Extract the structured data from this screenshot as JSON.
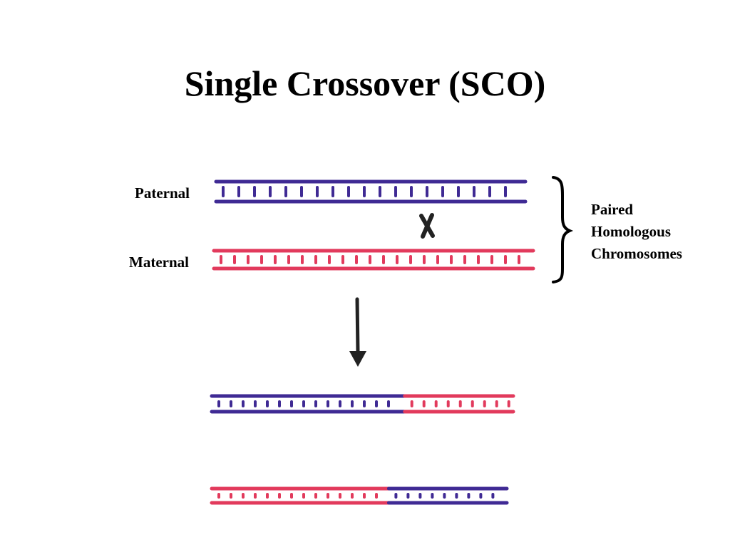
{
  "title": "Single Crossover (SCO)",
  "labels": {
    "paternal": "Paternal",
    "maternal": "Maternal"
  },
  "bracket_label": [
    "Paired",
    "Homologous",
    "Chromosomes"
  ],
  "crossover_mark": "X",
  "colors": {
    "paternal": "#3f2a94",
    "maternal": "#e23a5c",
    "ink": "#222222"
  },
  "chromosomes": [
    {
      "name": "paternal-chromosome",
      "segments": [
        {
          "color": "paternal",
          "from": 0,
          "to": 1
        }
      ]
    },
    {
      "name": "maternal-chromosome",
      "segments": [
        {
          "color": "maternal",
          "from": 0,
          "to": 1
        }
      ]
    },
    {
      "name": "recombinant-chromosome-1",
      "segments": [
        {
          "color": "paternal",
          "from": 0,
          "to": 0.64
        },
        {
          "color": "maternal",
          "from": 0.64,
          "to": 1
        }
      ]
    },
    {
      "name": "recombinant-chromosome-2",
      "segments": [
        {
          "color": "maternal",
          "from": 0,
          "to": 0.6
        },
        {
          "color": "paternal",
          "from": 0.6,
          "to": 1
        }
      ]
    }
  ]
}
